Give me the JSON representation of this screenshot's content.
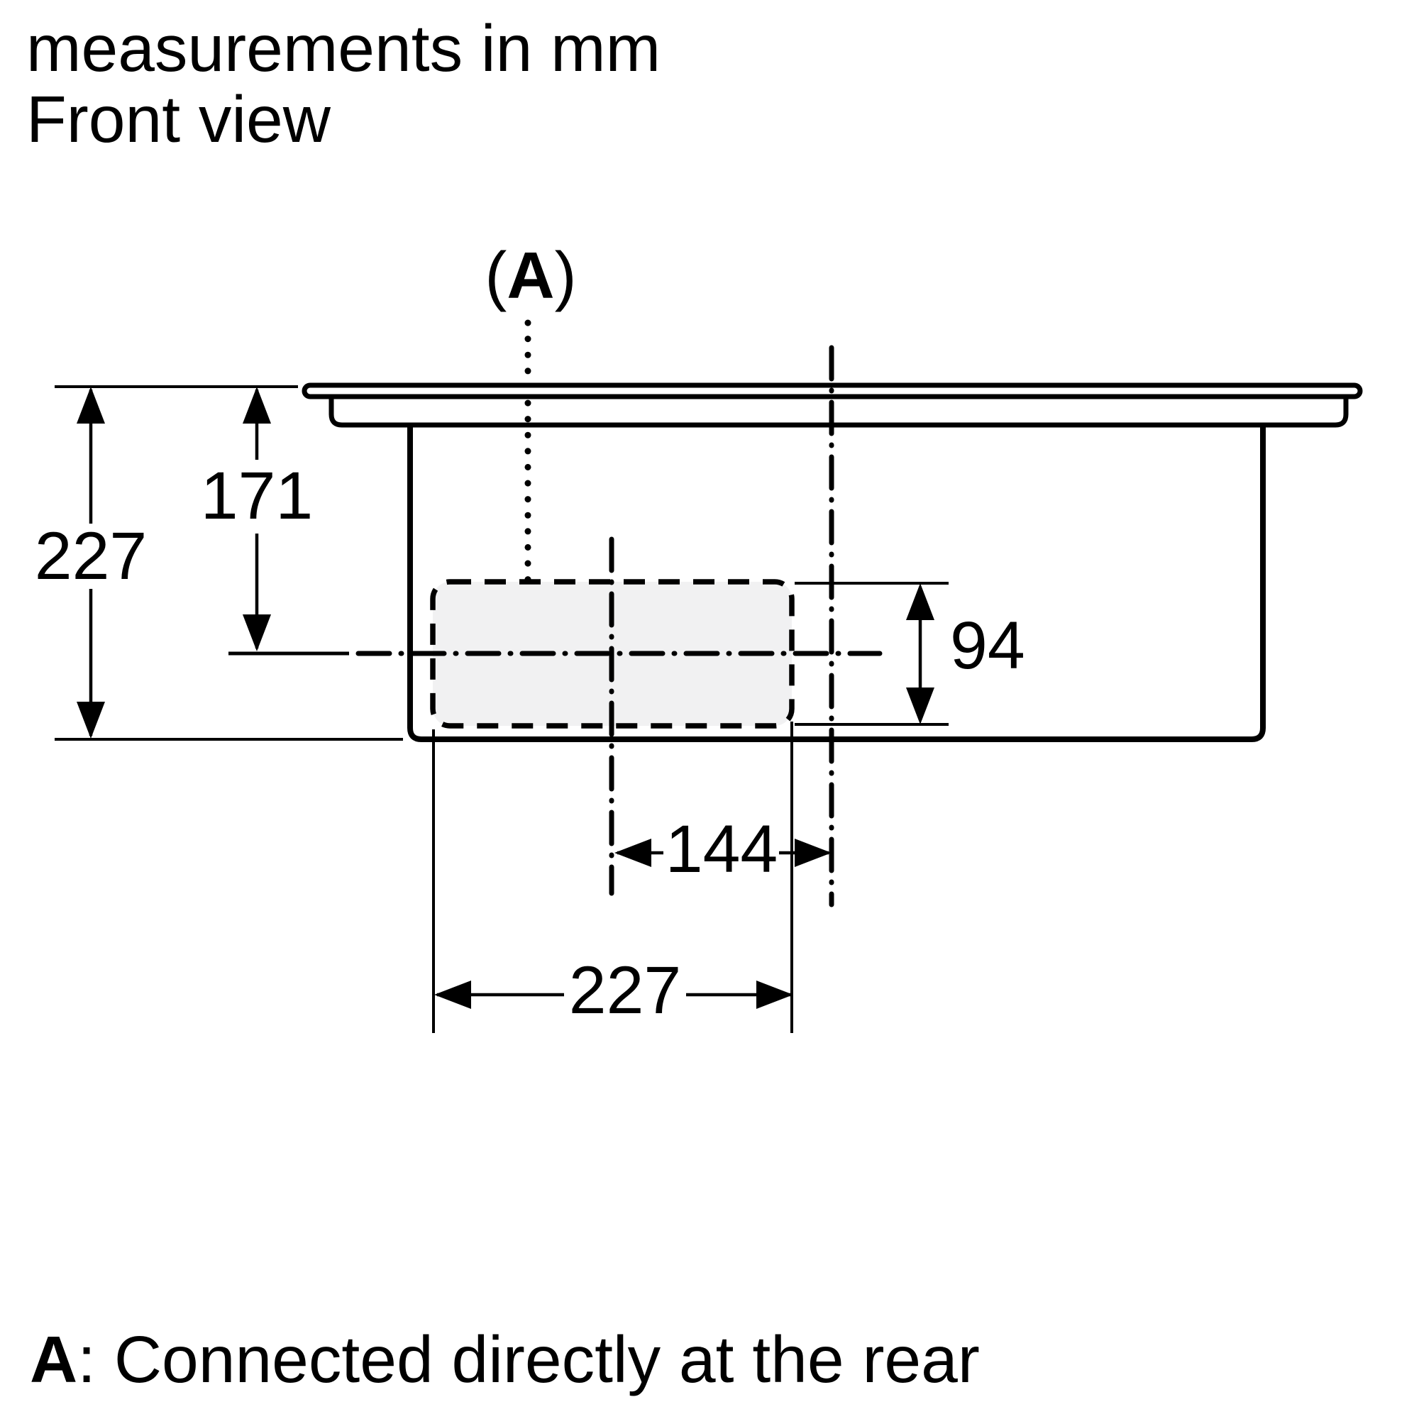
{
  "title": {
    "line1": "measurements in mm",
    "line2": "Front view"
  },
  "connection_label": {
    "open": "(",
    "letter": "A",
    "close": ")"
  },
  "dimensions": {
    "overall_height_mm": "227",
    "top_to_centerline_mm": "171",
    "inlet_height_mm": "94",
    "centerline_to_connection_mm": "144",
    "inlet_width_mm": "227"
  },
  "footnote": {
    "label": "A",
    "text": ": Connected directly at the rear"
  },
  "colors": {
    "ink": "#000000",
    "inlet_fill": "#f1f1f2",
    "background": "#ffffff"
  }
}
